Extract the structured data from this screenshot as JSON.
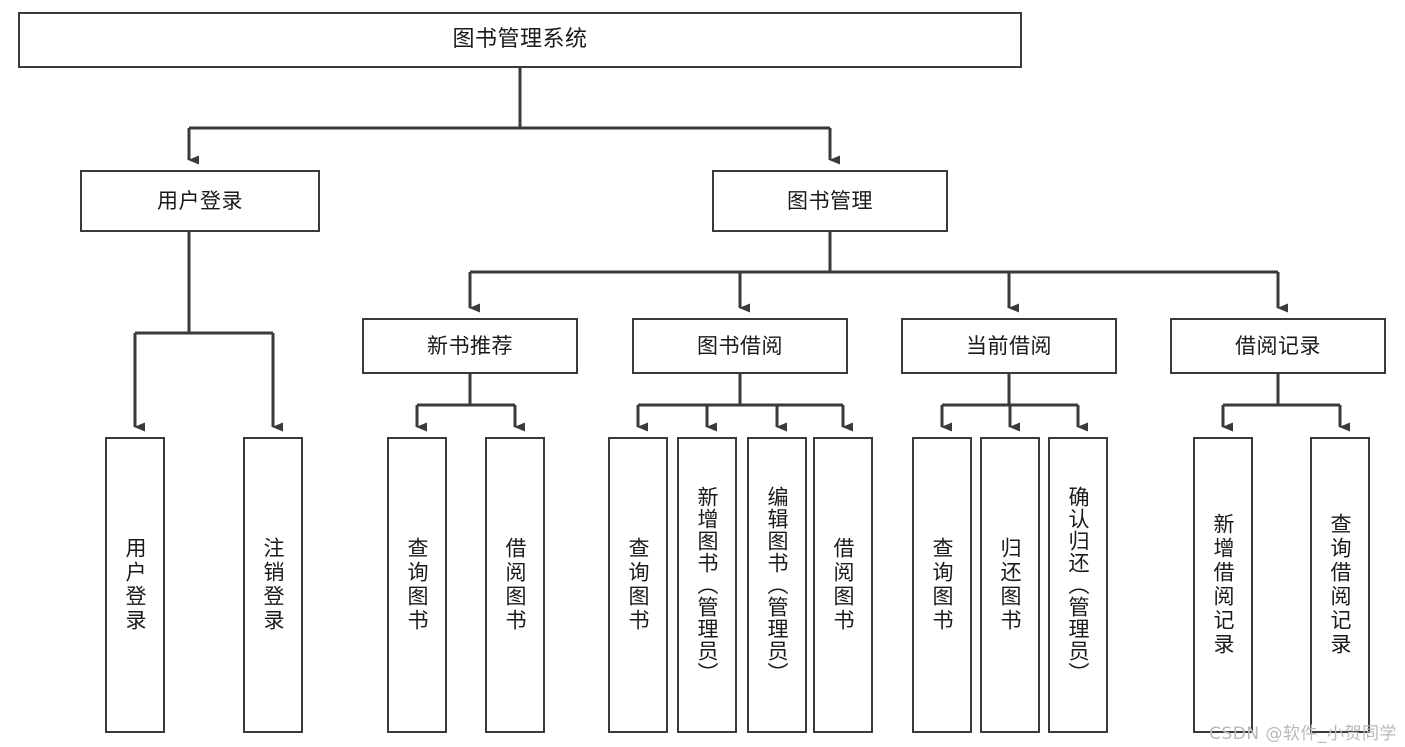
{
  "diagram": {
    "title": "图书管理系统",
    "type": "tree-hierarchy-diagram",
    "colors": {
      "box_stroke": "#3a3a3a",
      "box_fill": "#ffffff",
      "edge": "#3a3a3a",
      "text": "#1a1a1a",
      "watermark": "#b9b9b9"
    },
    "levels": {
      "root": {
        "label": "图书管理系统"
      },
      "level2": [
        {
          "label": "用户登录"
        },
        {
          "label": "图书管理"
        }
      ],
      "level3": [
        {
          "label": "新书推荐"
        },
        {
          "label": "图书借阅"
        },
        {
          "label": "当前借阅"
        },
        {
          "label": "借阅记录"
        }
      ],
      "leaves": {
        "user_login": [
          {
            "label": "用户登录"
          },
          {
            "label": "注销登录"
          }
        ],
        "new_book_recommend": [
          {
            "label": "查询图书"
          },
          {
            "label": "借阅图书"
          }
        ],
        "book_borrow": [
          {
            "label": "查询图书"
          },
          {
            "label": "新增图书（管理员）"
          },
          {
            "label": "编辑图书（管理员）"
          },
          {
            "label": "借阅图书"
          }
        ],
        "current_borrow": [
          {
            "label": "查询图书"
          },
          {
            "label": "归还图书"
          },
          {
            "label": "确认归还（管理员）"
          }
        ],
        "borrow_record": [
          {
            "label": "新增借阅记录"
          },
          {
            "label": "查询借阅记录"
          }
        ]
      }
    }
  },
  "watermark": {
    "text": "CSDN @软件_小贺同学"
  }
}
